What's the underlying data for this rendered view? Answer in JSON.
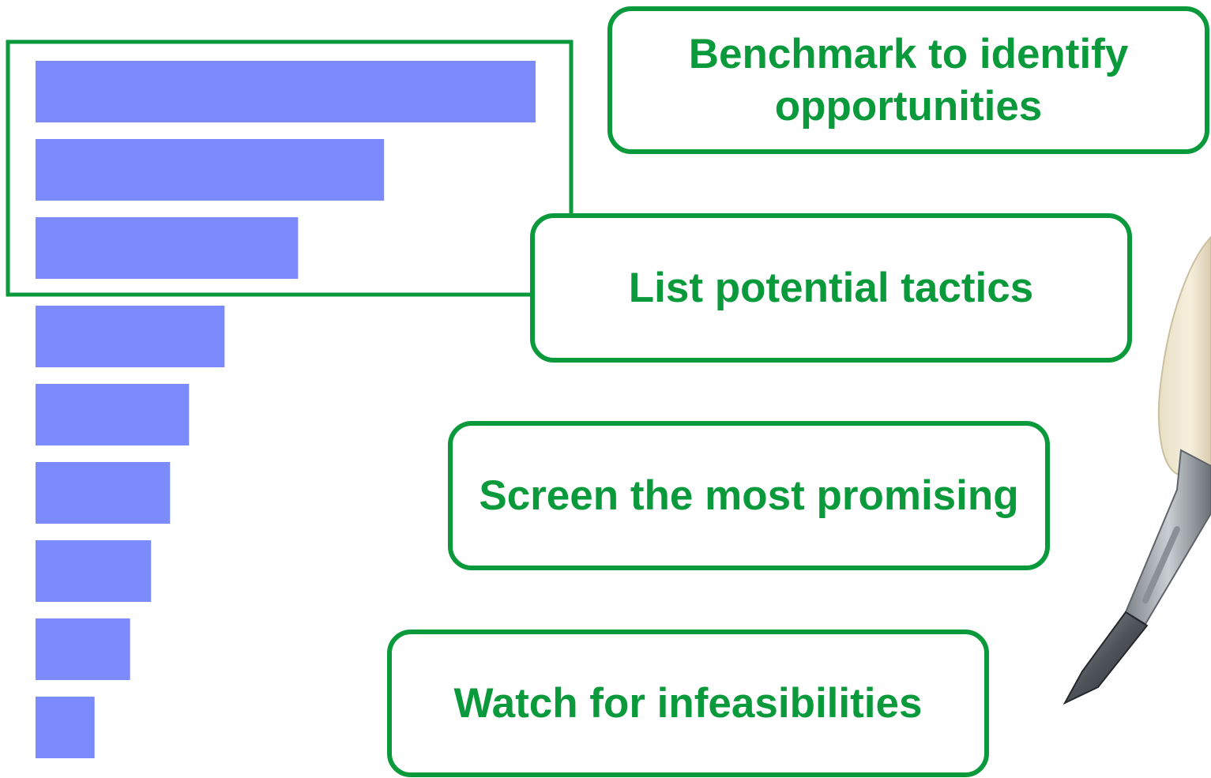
{
  "chart_data": {
    "type": "bar",
    "orientation": "horizontal",
    "categories": [
      "",
      "",
      "",
      "",
      "",
      "",
      "",
      "",
      ""
    ],
    "values": [
      100,
      69.7,
      52.5,
      37.8,
      30.7,
      26.9,
      23.1,
      18.9,
      11.8
    ],
    "xlim": [
      0,
      100
    ],
    "highlighted_bars": [
      0,
      1,
      2
    ],
    "title": "",
    "xlabel": "",
    "ylabel": "",
    "grid": false,
    "legend": "none",
    "bar_color": "#7b8afc",
    "highlight_color": "#0a9a3c"
  },
  "steps": [
    "Benchmark to identify opportunities",
    "List potential tactics",
    "Screen the most promising",
    "Watch for infeasibilities"
  ],
  "colors": {
    "accent_green": "#0a9a3c",
    "bar_blue": "#7b8afc",
    "background": "#ffffff"
  },
  "icons": {
    "illustration": "scalpel-in-hand-icon"
  }
}
